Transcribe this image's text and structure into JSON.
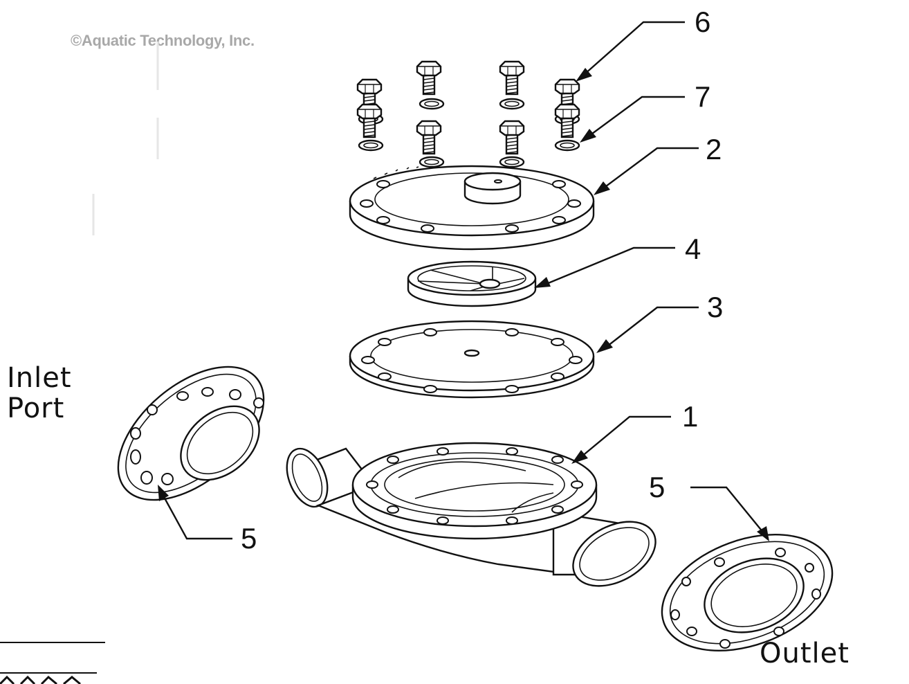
{
  "diagram": {
    "copyright": "©Aquatic Technology, Inc.",
    "labels": {
      "inlet_line1": "Inlet",
      "inlet_line2": "Port",
      "outlet": "Outlet"
    },
    "callouts": [
      {
        "id": "callout-6",
        "number": "6"
      },
      {
        "id": "callout-7",
        "number": "7"
      },
      {
        "id": "callout-2",
        "number": "2"
      },
      {
        "id": "callout-4",
        "number": "4"
      },
      {
        "id": "callout-3",
        "number": "3"
      },
      {
        "id": "callout-1",
        "number": "1"
      },
      {
        "id": "callout-5-right",
        "number": "5"
      },
      {
        "id": "callout-5-left",
        "number": "5"
      }
    ],
    "parts": {
      "bolts_count": 8,
      "washers_count": 8
    }
  }
}
